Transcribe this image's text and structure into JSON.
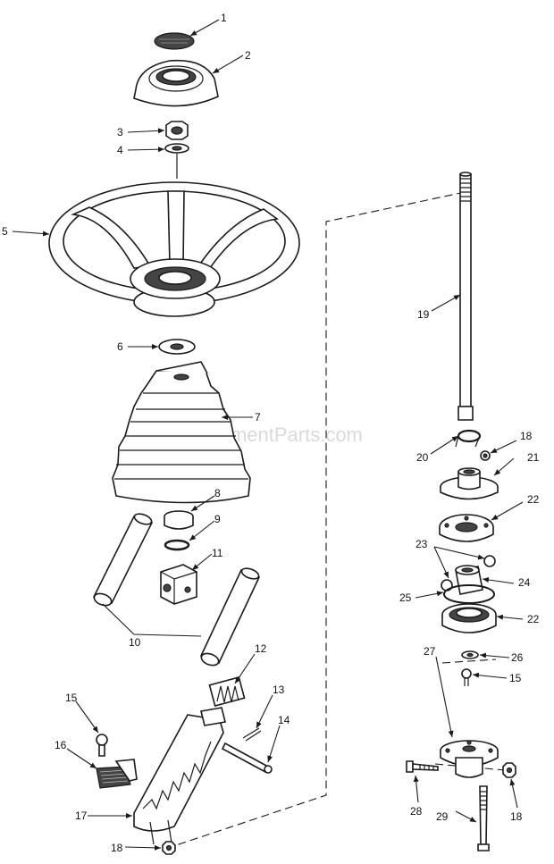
{
  "watermark": "eReplacementParts.com",
  "callouts": [
    {
      "id": "1",
      "text": "1"
    },
    {
      "id": "2",
      "text": "2"
    },
    {
      "id": "3",
      "text": "3"
    },
    {
      "id": "4",
      "text": "4"
    },
    {
      "id": "5",
      "text": "5"
    },
    {
      "id": "6",
      "text": "6"
    },
    {
      "id": "7",
      "text": "7"
    },
    {
      "id": "8",
      "text": "8"
    },
    {
      "id": "9",
      "text": "9"
    },
    {
      "id": "10",
      "text": "10"
    },
    {
      "id": "11",
      "text": "11"
    },
    {
      "id": "12",
      "text": "12"
    },
    {
      "id": "13",
      "text": "13"
    },
    {
      "id": "14",
      "text": "14"
    },
    {
      "id": "15a",
      "text": "15"
    },
    {
      "id": "16",
      "text": "16"
    },
    {
      "id": "17",
      "text": "17"
    },
    {
      "id": "18a",
      "text": "18"
    },
    {
      "id": "19",
      "text": "19"
    },
    {
      "id": "18b",
      "text": "18"
    },
    {
      "id": "20",
      "text": "20"
    },
    {
      "id": "21",
      "text": "21"
    },
    {
      "id": "22a",
      "text": "22"
    },
    {
      "id": "23",
      "text": "23"
    },
    {
      "id": "24",
      "text": "24"
    },
    {
      "id": "25",
      "text": "25"
    },
    {
      "id": "22b",
      "text": "22"
    },
    {
      "id": "26",
      "text": "26"
    },
    {
      "id": "15b",
      "text": "15"
    },
    {
      "id": "27",
      "text": "27"
    },
    {
      "id": "28",
      "text": "28"
    },
    {
      "id": "29",
      "text": "29"
    },
    {
      "id": "18c",
      "text": "18"
    }
  ]
}
